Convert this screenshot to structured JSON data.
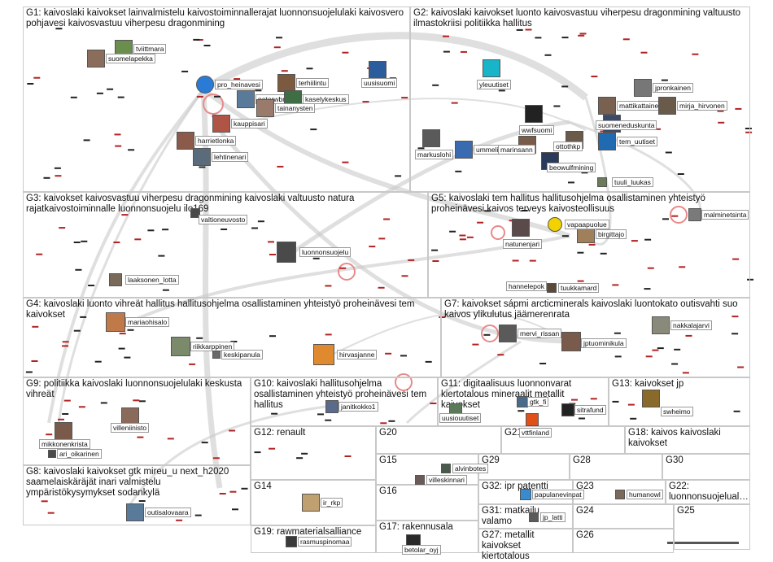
{
  "groups": [
    {
      "id": "G1",
      "label": "G1: kaivoslaki kaivokset lainvalmistelu kaivostoiminnallerajat luonnonsuojelulaki kaivosvero pohjavesi kaivosvastuu viherpesu dragonmining"
    },
    {
      "id": "G2",
      "label": "G2: kaivoslaki kaivokset luonto kaivosvastuu viherpesu dragonmining valtuusto ilmastokriisi politiikka hallitus"
    },
    {
      "id": "G3",
      "label": "G3: kaivokset kaivosvastuu viherpesu dragonmining kaivoslaki valtuusto natura rajatkaivostoiminnalle luonnonsuojelu ilo169"
    },
    {
      "id": "G5",
      "label": "G5: kaivoslaki tem hallitus hallitusohjelma osallistaminen yhteistyö proheinävesi kaivos terveys kaivosteollisuus"
    },
    {
      "id": "G4",
      "label": "G4: kaivoslaki luonto vihreät hallitus hallitusohjelma osallistaminen yhteistyö proheinävesi tem kaivokset"
    },
    {
      "id": "G7",
      "label": "G7: kaivokset sápmi arcticminerals kaivoslaki luontokato outisvahti suo kaivos ylikulutus jäämerenrata"
    },
    {
      "id": "G9",
      "label": "G9: politiikka kaivoslaki luonnonsuojelulaki keskusta vihreät"
    },
    {
      "id": "G10",
      "label": "G10: kaivoslaki hallitusohjelma osallistaminen yhteistyö proheinävesi tem hallitus"
    },
    {
      "id": "G11",
      "label": "G11: digitaalisuus luonnonvarat kiertotalous mineraalit metallit kaivokset"
    },
    {
      "id": "G13",
      "label": "G13: kaivokset jp"
    },
    {
      "id": "G12",
      "label": "G12: renault"
    },
    {
      "id": "G20",
      "label": "G20"
    },
    {
      "id": "G21",
      "label": "G21"
    },
    {
      "id": "G18",
      "label": "G18: kaivos kaivoslaki kaivokset"
    },
    {
      "id": "G8",
      "label": "G8: kaivoslaki kaivokset gtk mireu_u next_h2020 saamelaiskäräjät inari valmistelu ympäristökysymykset sodankylä"
    },
    {
      "id": "G15",
      "label": "G15"
    },
    {
      "id": "G29",
      "label": "G29"
    },
    {
      "id": "G28",
      "label": "G28"
    },
    {
      "id": "G30",
      "label": "G30"
    },
    {
      "id": "G14",
      "label": "G14"
    },
    {
      "id": "G16",
      "label": "G16"
    },
    {
      "id": "G32",
      "label": "G32: ipr patentti"
    },
    {
      "id": "G23",
      "label": "G23"
    },
    {
      "id": "G22",
      "label": "G22: luonnonsuojelual…"
    },
    {
      "id": "G31",
      "label": "G31: matkailu valamo"
    },
    {
      "id": "G24",
      "label": "G24"
    },
    {
      "id": "G25",
      "label": "G25"
    },
    {
      "id": "G19",
      "label": "G19: rawmaterialsalliance"
    },
    {
      "id": "G17",
      "label": "G17: rakennusala"
    },
    {
      "id": "G27",
      "label": "G27: metallit kaivokset kiertotalous"
    },
    {
      "id": "G26",
      "label": "G26"
    }
  ],
  "nodes": [
    {
      "id": "tviittmara",
      "label": "tviittmara",
      "color": "#6b8e4e"
    },
    {
      "id": "suomelapekka",
      "label": "suomelapekka",
      "color": "#8a6d5a"
    },
    {
      "id": "pro_heinavesi",
      "label": "pro_heinavesi",
      "color": "#2a7bd6"
    },
    {
      "id": "terhiilintu",
      "label": "terhiilintu",
      "color": "#7c5a3f"
    },
    {
      "id": "peterwbrandt1",
      "label": "peterwbrandt1",
      "color": "#5a7a9a"
    },
    {
      "id": "kaselykeskus",
      "label": "kaselykeskus",
      "color": "#3f6e45"
    },
    {
      "id": "tainanysten",
      "label": "tainanysten",
      "color": "#9a7a6a"
    },
    {
      "id": "kauppisari",
      "label": "kauppisari",
      "color": "#b05545"
    },
    {
      "id": "harrietlonka",
      "label": "harrietlonka",
      "color": "#8b5a4a"
    },
    {
      "id": "lehtinenari",
      "label": "lehtinenari",
      "color": "#5a6b7b"
    },
    {
      "id": "uusisuomi",
      "label": "uusisuomi",
      "color": "#2b5c9c"
    },
    {
      "id": "yleuutiset",
      "label": "yleuutiset",
      "color": "#18b4c8"
    },
    {
      "id": "jpronkainen",
      "label": "jpronkainen",
      "color": "#777777"
    },
    {
      "id": "mattikattainen",
      "label": "mattikattainen",
      "color": "#7a6050"
    },
    {
      "id": "mirja_hirvonen",
      "label": "mirja_hirvonen",
      "color": "#6a5a4a"
    },
    {
      "id": "suomeneduskunta",
      "label": "suomeneduskunta",
      "color": "#3a4a6a"
    },
    {
      "id": "wwfsuomi",
      "label": "wwfsuomi",
      "color": "#222222"
    },
    {
      "id": "ottothkp",
      "label": "ottothkp",
      "color": "#6a5a4a"
    },
    {
      "id": "markuslohi",
      "label": "markuslohi",
      "color": "#5a5a5a"
    },
    {
      "id": "ummeliko",
      "label": "ummeliko",
      "color": "#3a6ab0"
    },
    {
      "id": "marinsanna",
      "label": "marinsann",
      "color": "#7a5a4a"
    },
    {
      "id": "beowulfmining",
      "label": "beowulfmining",
      "color": "#2a3a5a"
    },
    {
      "id": "tem_uutiset",
      "label": "tem_uutiset",
      "color": "#1f6ab0"
    },
    {
      "id": "tuuli_luukas",
      "label": "tuuli_luukas",
      "color": "#6a7a5a"
    },
    {
      "id": "valtioneuvosto",
      "label": "valtioneuvosto",
      "color": "#4a4a4a"
    },
    {
      "id": "luonnonsuojelu",
      "label": "luonnonsuojelu",
      "color": "#4a4a4a"
    },
    {
      "id": "laaksonen_lotta",
      "label": "laaksonen_lotta",
      "color": "#7a6a5a"
    },
    {
      "id": "natunenjari",
      "label": "natunenjari",
      "color": "#5a4a4a"
    },
    {
      "id": "birgittajo",
      "label": "birgittajo",
      "color": "#a0805a"
    },
    {
      "id": "vapaapuolue",
      "label": "vapaapuolue",
      "color": "#f2d200"
    },
    {
      "id": "hannelepok",
      "label": "hannelepok",
      "color": "#6a5a5a"
    },
    {
      "id": "tuukkamard",
      "label": "tuukkamard",
      "color": "#5a4a3a"
    },
    {
      "id": "malminetsinta",
      "label": "malminetsinta",
      "color": "#7a7a7a"
    },
    {
      "id": "mariaohisalo",
      "label": "mariaohisalo",
      "color": "#c07a4a"
    },
    {
      "id": "riikkarppinen",
      "label": "riikkarppinen",
      "color": "#7a8a6a"
    },
    {
      "id": "keskipanula",
      "label": "keskipanula",
      "color": "#6a6a6a"
    },
    {
      "id": "hirvasjanne",
      "label": "hirvasjanne",
      "color": "#e08a30"
    },
    {
      "id": "mervi_rissanen",
      "label": "mervi_rissan",
      "color": "#5a5a5a"
    },
    {
      "id": "jptuominikula",
      "label": "jptuominikula",
      "color": "#7a5a4a"
    },
    {
      "id": "nakkalajarvi",
      "label": "nakkalajarvi",
      "color": "#8a8a7a"
    },
    {
      "id": "villeniinisto",
      "label": "villeniinisto",
      "color": "#8a6a5a"
    },
    {
      "id": "mikkonenkrista",
      "label": "mikkonenkrista",
      "color": "#7a5a4a"
    },
    {
      "id": "ari_oikarinen",
      "label": "ari_oikarinen",
      "color": "#4a4a4a"
    },
    {
      "id": "janitkokko1",
      "label": "janitkokko1",
      "color": "#5a6a8a"
    },
    {
      "id": "uusiouutiset",
      "label": "uusiouutiset",
      "color": "#5a7a5a"
    },
    {
      "id": "gtk_fi",
      "label": "gtk_fi",
      "color": "#4a6a8a"
    },
    {
      "id": "sitrafund",
      "label": "sitrafund",
      "color": "#222222"
    },
    {
      "id": "vttfinland",
      "label": "vttfinland",
      "color": "#e0501a"
    },
    {
      "id": "swheimo",
      "label": "swheimo",
      "color": "#8a6a2a"
    },
    {
      "id": "outisalovaara",
      "label": "outisalovaara",
      "color": "#5a7a9a"
    },
    {
      "id": "alvinbotes",
      "label": "alvinbotes",
      "color": "#4a5a4a"
    },
    {
      "id": "villeskinnari",
      "label": "villeskinnari",
      "color": "#6a5a5a"
    },
    {
      "id": "ir_rkp",
      "label": "ir_rkp",
      "color": "#c0a070"
    },
    {
      "id": "papulanevinpat",
      "label": "papulanevinpat",
      "color": "#3a8ad0"
    },
    {
      "id": "humanowl",
      "label": "humanowl",
      "color": "#7a6a5a"
    },
    {
      "id": "jp_latti",
      "label": "jp_latti",
      "color": "#5a5a5a"
    },
    {
      "id": "rasmuspinomaa",
      "label": "rasmuspinomaa",
      "color": "#3a3a3a"
    },
    {
      "id": "betolar_oyj",
      "label": "betolar_oyj",
      "color": "#2a2a2a"
    }
  ]
}
